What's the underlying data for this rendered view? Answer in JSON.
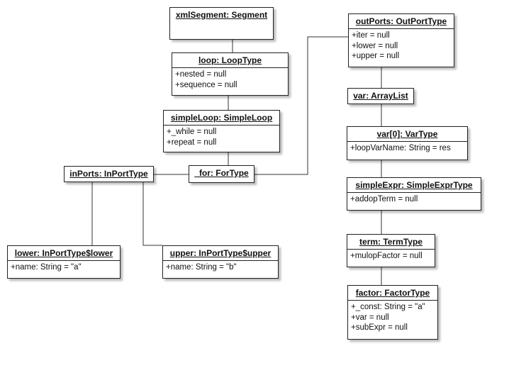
{
  "objects": {
    "xmlSegment": {
      "title": "xmlSegment: Segment",
      "attrs": []
    },
    "loop": {
      "title": "loop: LoopType",
      "attrs": [
        "+nested = null",
        "+sequence = null"
      ]
    },
    "simpleLoop": {
      "title": "simpleLoop: SimpleLoop",
      "attrs": [
        "+_while = null",
        "+repeat = null"
      ]
    },
    "for": {
      "title": "_for: ForType",
      "attrs": []
    },
    "inPorts": {
      "title": "inPorts: InPortType",
      "attrs": []
    },
    "lower": {
      "title": "lower: InPortType$lower",
      "attrs": [
        "+name: String = \"a\""
      ]
    },
    "upper": {
      "title": "upper: InPortType$upper",
      "attrs": [
        "+name: String = \"b\""
      ]
    },
    "outPorts": {
      "title": "outPorts: OutPortType",
      "attrs": [
        "+iter = null",
        "+lower = null",
        "+upper = null"
      ]
    },
    "var": {
      "title": "var: ArrayList",
      "attrs": []
    },
    "var0": {
      "title": "var[0]: VarType",
      "attrs": [
        "+loopVarName: String = res"
      ]
    },
    "simpleExpr": {
      "title": "simpleExpr: SimpleExprType",
      "attrs": [
        "+addopTerm = null"
      ]
    },
    "term": {
      "title": "term: TermType",
      "attrs": [
        "+mulopFactor = null"
      ]
    },
    "factor": {
      "title": "factor: FactorType",
      "attrs": [
        "+_const: String = \"a\"",
        "+var = null",
        "+subExpr = null"
      ]
    }
  }
}
